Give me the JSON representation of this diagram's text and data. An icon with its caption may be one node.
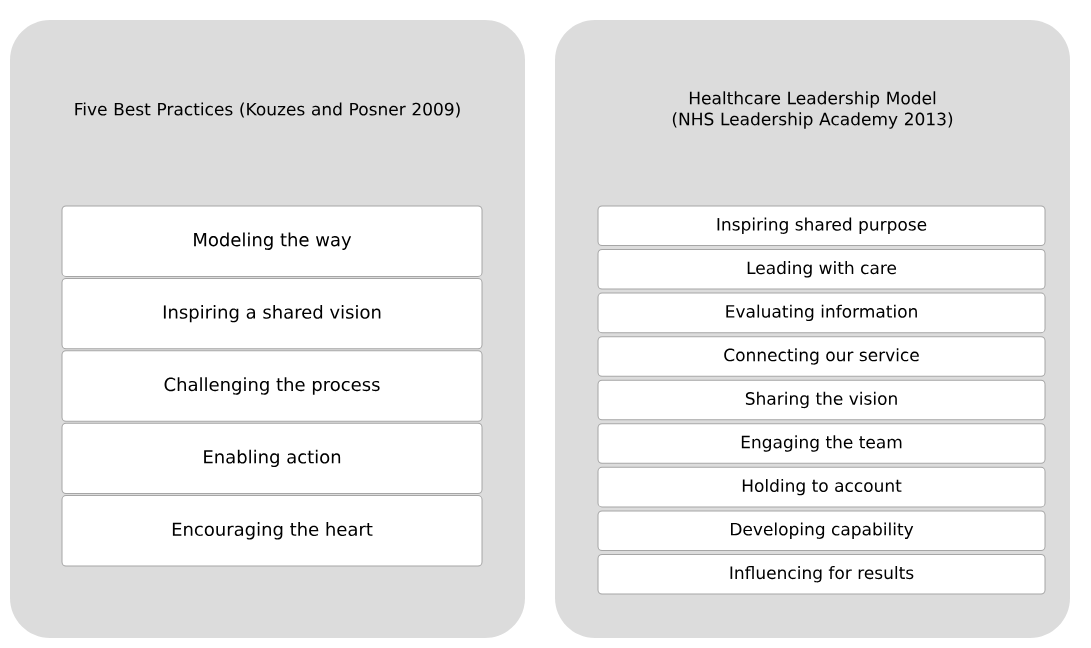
{
  "diagram": {
    "nodes": [
      {
        "text": [
          "Five Best Practices (Kouzes and Posner 2009)"
        ]
      },
      {
        "text": [
          "Modeling the way"
        ],
        "in": 0
      },
      {
        "text": [
          "Inspiring a shared vision"
        ],
        "in": 0
      },
      {
        "text": [
          "Challenging the process"
        ],
        "in": 0
      },
      {
        "text": [
          "Enabling action"
        ],
        "in": 0
      },
      {
        "text": [
          "Encouraging the heart"
        ],
        "in": 0
      },
      {
        "text": [
          "Healthcare Leadership Model (NHS Leadership Academy 2013)"
        ]
      },
      {
        "text": [
          "Inspiring shared purpose"
        ],
        "in": 6
      },
      {
        "text": [
          "Leading with care"
        ],
        "in": 6
      },
      {
        "text": [
          "Evaluating information"
        ],
        "in": 6
      },
      {
        "text": [
          "Connecting our service"
        ],
        "in": 6
      },
      {
        "text": [
          "Sharing the vision"
        ],
        "in": 6
      },
      {
        "text": [
          "Engaging the team"
        ],
        "in": 6
      },
      {
        "text": [
          "Holding to account"
        ],
        "in": 6
      },
      {
        "text": [
          "Developing capability"
        ],
        "in": 6
      },
      {
        "text": [
          "Influencing for results"
        ],
        "in": 6
      }
    ]
  }
}
